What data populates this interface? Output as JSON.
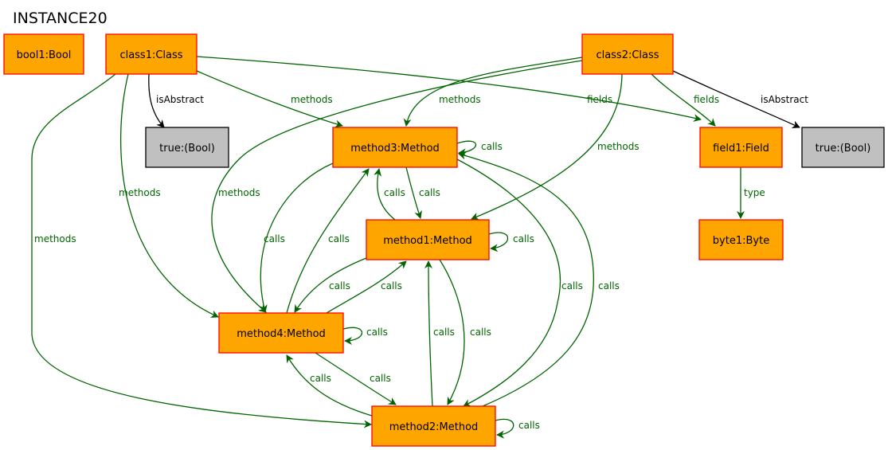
{
  "title": "INSTANCE20",
  "colors": {
    "object_fill": "#FFA500",
    "object_border": "#FF0000",
    "value_fill": "#C0C0C0",
    "value_border": "#000000",
    "edge_green": "#006400",
    "edge_black": "#000000"
  },
  "nodes": [
    {
      "id": "bool1",
      "label": "bool1:Bool",
      "kind": "object"
    },
    {
      "id": "class1",
      "label": "class1:Class",
      "kind": "object"
    },
    {
      "id": "class2",
      "label": "class2:Class",
      "kind": "object"
    },
    {
      "id": "true1",
      "label": "true:(Bool)",
      "kind": "value"
    },
    {
      "id": "true2",
      "label": "true:(Bool)",
      "kind": "value"
    },
    {
      "id": "method3",
      "label": "method3:Method",
      "kind": "object"
    },
    {
      "id": "field1",
      "label": "field1:Field",
      "kind": "object"
    },
    {
      "id": "method1",
      "label": "method1:Method",
      "kind": "object"
    },
    {
      "id": "byte1",
      "label": "byte1:Byte",
      "kind": "object"
    },
    {
      "id": "method4",
      "label": "method4:Method",
      "kind": "object"
    },
    {
      "id": "method2",
      "label": "method2:Method",
      "kind": "object"
    }
  ],
  "edges": [
    {
      "id": "e1",
      "from": "class1",
      "to": "true1",
      "label": "isAbstract",
      "color": "black"
    },
    {
      "id": "e2",
      "from": "class1",
      "to": "method3",
      "label": "methods",
      "color": "green"
    },
    {
      "id": "e3",
      "from": "class1",
      "to": "field1",
      "label": "fields",
      "color": "green"
    },
    {
      "id": "e4",
      "from": "class1",
      "to": "method4",
      "label": "methods",
      "color": "green"
    },
    {
      "id": "e5",
      "from": "class1",
      "to": "method2",
      "label": "methods",
      "color": "green"
    },
    {
      "id": "e6",
      "from": "class2",
      "to": "method3",
      "label": "methods",
      "color": "green"
    },
    {
      "id": "e7",
      "from": "class2",
      "to": "field1",
      "label": "fields",
      "color": "green"
    },
    {
      "id": "e8",
      "from": "class2",
      "to": "true2",
      "label": "isAbstract",
      "color": "black"
    },
    {
      "id": "e9",
      "from": "class2",
      "to": "method1",
      "label": "methods",
      "color": "green"
    },
    {
      "id": "e10",
      "from": "class2",
      "to": "method4",
      "label": "methods",
      "color": "green"
    },
    {
      "id": "e11",
      "from": "field1",
      "to": "byte1",
      "label": "type",
      "color": "green"
    },
    {
      "id": "e12",
      "from": "method3",
      "to": "method3",
      "label": "calls",
      "color": "green"
    },
    {
      "id": "e13",
      "from": "method3",
      "to": "method1",
      "label": "calls",
      "color": "green"
    },
    {
      "id": "e14",
      "from": "method1",
      "to": "method3",
      "label": "calls",
      "color": "green"
    },
    {
      "id": "e15",
      "from": "method3",
      "to": "method4",
      "label": "calls",
      "color": "green"
    },
    {
      "id": "e16",
      "from": "method4",
      "to": "method3",
      "label": "calls",
      "color": "green"
    },
    {
      "id": "e17",
      "from": "method3",
      "to": "method2",
      "label": "calls",
      "color": "green"
    },
    {
      "id": "e18",
      "from": "method2",
      "to": "method3",
      "label": "calls",
      "color": "green"
    },
    {
      "id": "e19",
      "from": "method1",
      "to": "method1",
      "label": "calls",
      "color": "green"
    },
    {
      "id": "e20",
      "from": "method1",
      "to": "method4",
      "label": "calls",
      "color": "green"
    },
    {
      "id": "e21",
      "from": "method4",
      "to": "method1",
      "label": "calls",
      "color": "green"
    },
    {
      "id": "e22",
      "from": "method2",
      "to": "method1",
      "label": "calls",
      "color": "green"
    },
    {
      "id": "e23",
      "from": "method1",
      "to": "method2",
      "label": "calls",
      "color": "green"
    },
    {
      "id": "e24",
      "from": "method4",
      "to": "method4",
      "label": "calls",
      "color": "green"
    },
    {
      "id": "e25",
      "from": "method2",
      "to": "method4",
      "label": "calls",
      "color": "green"
    },
    {
      "id": "e26",
      "from": "method4",
      "to": "method2",
      "label": "calls",
      "color": "green"
    },
    {
      "id": "e27",
      "from": "method2",
      "to": "method2",
      "label": "calls",
      "color": "green"
    }
  ]
}
